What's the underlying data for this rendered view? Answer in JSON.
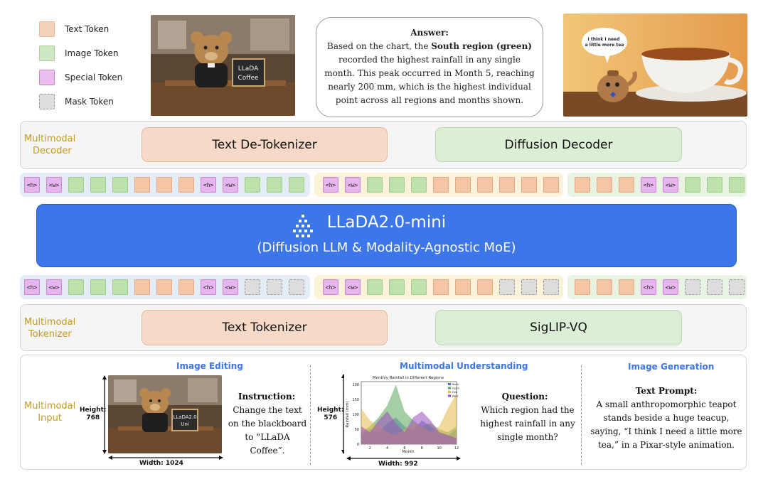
{
  "legend": {
    "items": [
      {
        "label": "Text Token",
        "color": "#f6d2bc"
      },
      {
        "label": "Image Token",
        "color": "#cfe8c4"
      },
      {
        "label": "Special Token",
        "color": "#eabff0"
      },
      {
        "label": "Mask Token",
        "color": "#dedede"
      }
    ]
  },
  "top_photos": {
    "bear_sign_line1": "LLaDA",
    "bear_sign_line2": "Coffee",
    "teapot_bubble": "I think I need a little more tea"
  },
  "answer": {
    "title": "Answer:",
    "line1_prefix": "Based on the chart, the ",
    "line1_bold": "South region (green)",
    "rest": "recorded the highest rainfall in any single month. This peak occurred in Month 5, reaching nearly 200 mm, which is the highest individual point across all regions and months shown."
  },
  "decoder": {
    "label_line1": "Multimodal",
    "label_line2": "Decoder",
    "text_box": "Text De-Tokenizer",
    "image_box": "Diffusion Decoder"
  },
  "tokens": {
    "h": "<h>",
    "w": "<w>"
  },
  "model": {
    "title": "LLaDA2.0-mini",
    "subtitle": "(Diffusion LLM & Modality-Agnostic MoE)"
  },
  "tokenizer": {
    "label_line1": "Multimodal",
    "label_line2": "Tokenizer",
    "text_box": "Text Tokenizer",
    "image_box": "SigLIP-VQ"
  },
  "input": {
    "label_line1": "Multimodal",
    "label_line2": "Input",
    "editing": {
      "title": "Image Editing",
      "height_label": "Height:",
      "height_value": "768",
      "width_label": "Width: 1024",
      "instruction_title": "Instruction:",
      "instruction_text": "Change the text on the blackboard to “LLaDA Coffee”.",
      "sign_line1": "LLaDA2.0",
      "sign_line2": "Uni"
    },
    "understanding": {
      "title": "Multimodal Understanding",
      "height_label": "Height:",
      "height_value": "576",
      "width_label": "Width: 992",
      "question_title": "Question:",
      "question_text": "Which region had the highest rainfall in any single month?"
    },
    "generation": {
      "title": "Image Generation",
      "prompt_title": "Text Prompt:",
      "prompt_text": "A small anthropomorphic teapot stands beside a huge teacup, saying, “I think I need a little more tea,” in a Pixar-style animation."
    }
  },
  "chart_data": {
    "type": "area",
    "title": "Monthly Rainfall in Different Regions",
    "xlabel": "Month",
    "ylabel": "Rainfall (mm)",
    "x": [
      1,
      2,
      3,
      4,
      5,
      6,
      7,
      8,
      9,
      10,
      11,
      12
    ],
    "xticks": [
      2,
      4,
      6,
      8,
      10,
      12
    ],
    "yticks": [
      0,
      50,
      100,
      150,
      200
    ],
    "xlim": [
      1,
      12
    ],
    "ylim": [
      0,
      210
    ],
    "legend_position": "top-right",
    "series": [
      {
        "name": "North",
        "color": "#4a6fd6",
        "values": [
          30,
          50,
          40,
          70,
          90,
          60,
          45,
          80,
          60,
          40,
          30,
          50
        ]
      },
      {
        "name": "South",
        "color": "#5aa65a",
        "values": [
          40,
          60,
          90,
          130,
          200,
          110,
          80,
          60,
          70,
          50,
          40,
          60
        ]
      },
      {
        "name": "East",
        "color": "#e5b84a",
        "values": [
          120,
          80,
          60,
          40,
          30,
          50,
          70,
          60,
          40,
          60,
          120,
          170
        ]
      },
      {
        "name": "West",
        "color": "#9b4dbb",
        "values": [
          60,
          40,
          80,
          110,
          70,
          40,
          90,
          110,
          80,
          40,
          30,
          20
        ]
      }
    ]
  }
}
